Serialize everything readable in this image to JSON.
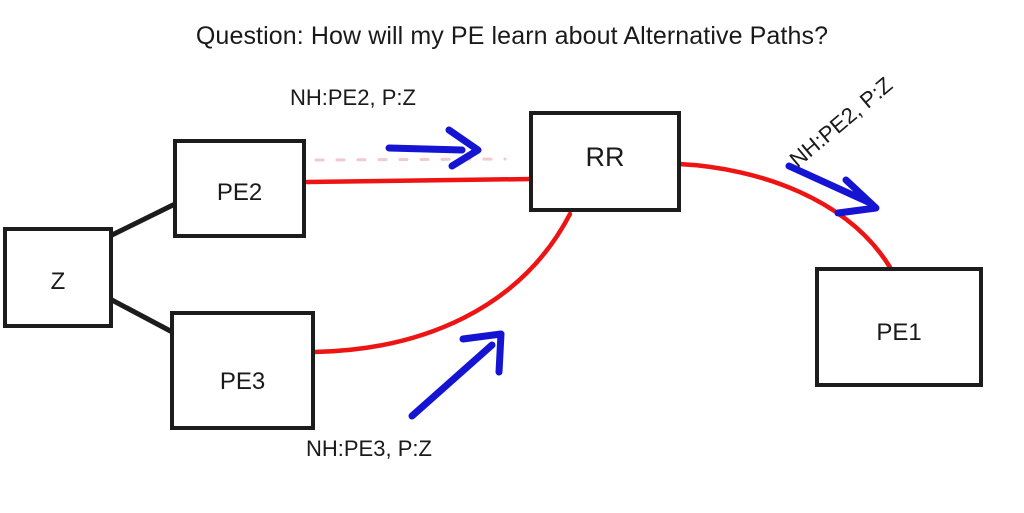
{
  "title": "Question: How will my PE learn about Alternative Paths?",
  "colors": {
    "node_border": "#1c1c1c",
    "text": "#1a1a1a",
    "bgp_path": "#ee1414",
    "annotation_arrow": "#1414d2",
    "faded_path": "#f3c9c9",
    "background": "#ffffff"
  },
  "nodes": [
    {
      "id": "z",
      "label": "Z"
    },
    {
      "id": "pe2",
      "label": "PE2"
    },
    {
      "id": "pe3",
      "label": "PE3"
    },
    {
      "id": "rr",
      "label": "RR"
    },
    {
      "id": "pe1",
      "label": "PE1"
    }
  ],
  "links": [
    {
      "id": "z-pe2",
      "from": "Z",
      "to": "PE2",
      "style": "black-line"
    },
    {
      "id": "z-pe3",
      "from": "Z",
      "to": "PE3",
      "style": "black-line"
    },
    {
      "id": "pe2-rr",
      "from": "PE2",
      "to": "RR",
      "style": "red-line"
    },
    {
      "id": "pe3-rr",
      "from": "PE3",
      "to": "RR",
      "style": "red-curve"
    },
    {
      "id": "rr-pe1",
      "from": "RR",
      "to": "PE1",
      "style": "red-curve"
    }
  ],
  "annotations": [
    {
      "id": "top",
      "text": "NH:PE2, P:Z",
      "arrow": "right",
      "rotation": 0
    },
    {
      "id": "bottom",
      "text": "NH:PE3, P:Z",
      "arrow": "up-right",
      "rotation": 0
    },
    {
      "id": "right",
      "text": "NH:PE2, P:Z",
      "arrow": "down-right",
      "rotation": -40
    }
  ]
}
